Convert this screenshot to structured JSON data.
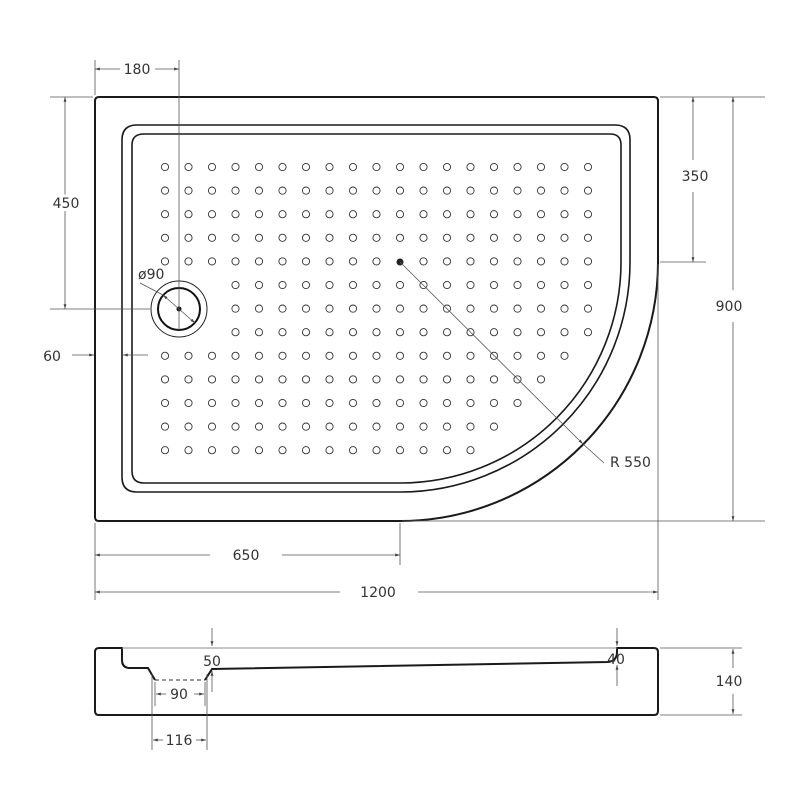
{
  "drawing": {
    "top_view": {
      "dim_drain_offset_x": "180",
      "dim_drain_offset_y": "450",
      "dim_rim_width": "60",
      "dim_drain_diameter": "ø90",
      "dim_straight_side": "350",
      "dim_depth": "900",
      "dim_radius": "R 550",
      "dim_straight_front": "650",
      "dim_length": "1200"
    },
    "side_view": {
      "dim_floor_left": "50",
      "dim_floor_right": "40",
      "dim_drain_inner": "90",
      "dim_drain_outer": "116",
      "dim_height": "140"
    }
  }
}
